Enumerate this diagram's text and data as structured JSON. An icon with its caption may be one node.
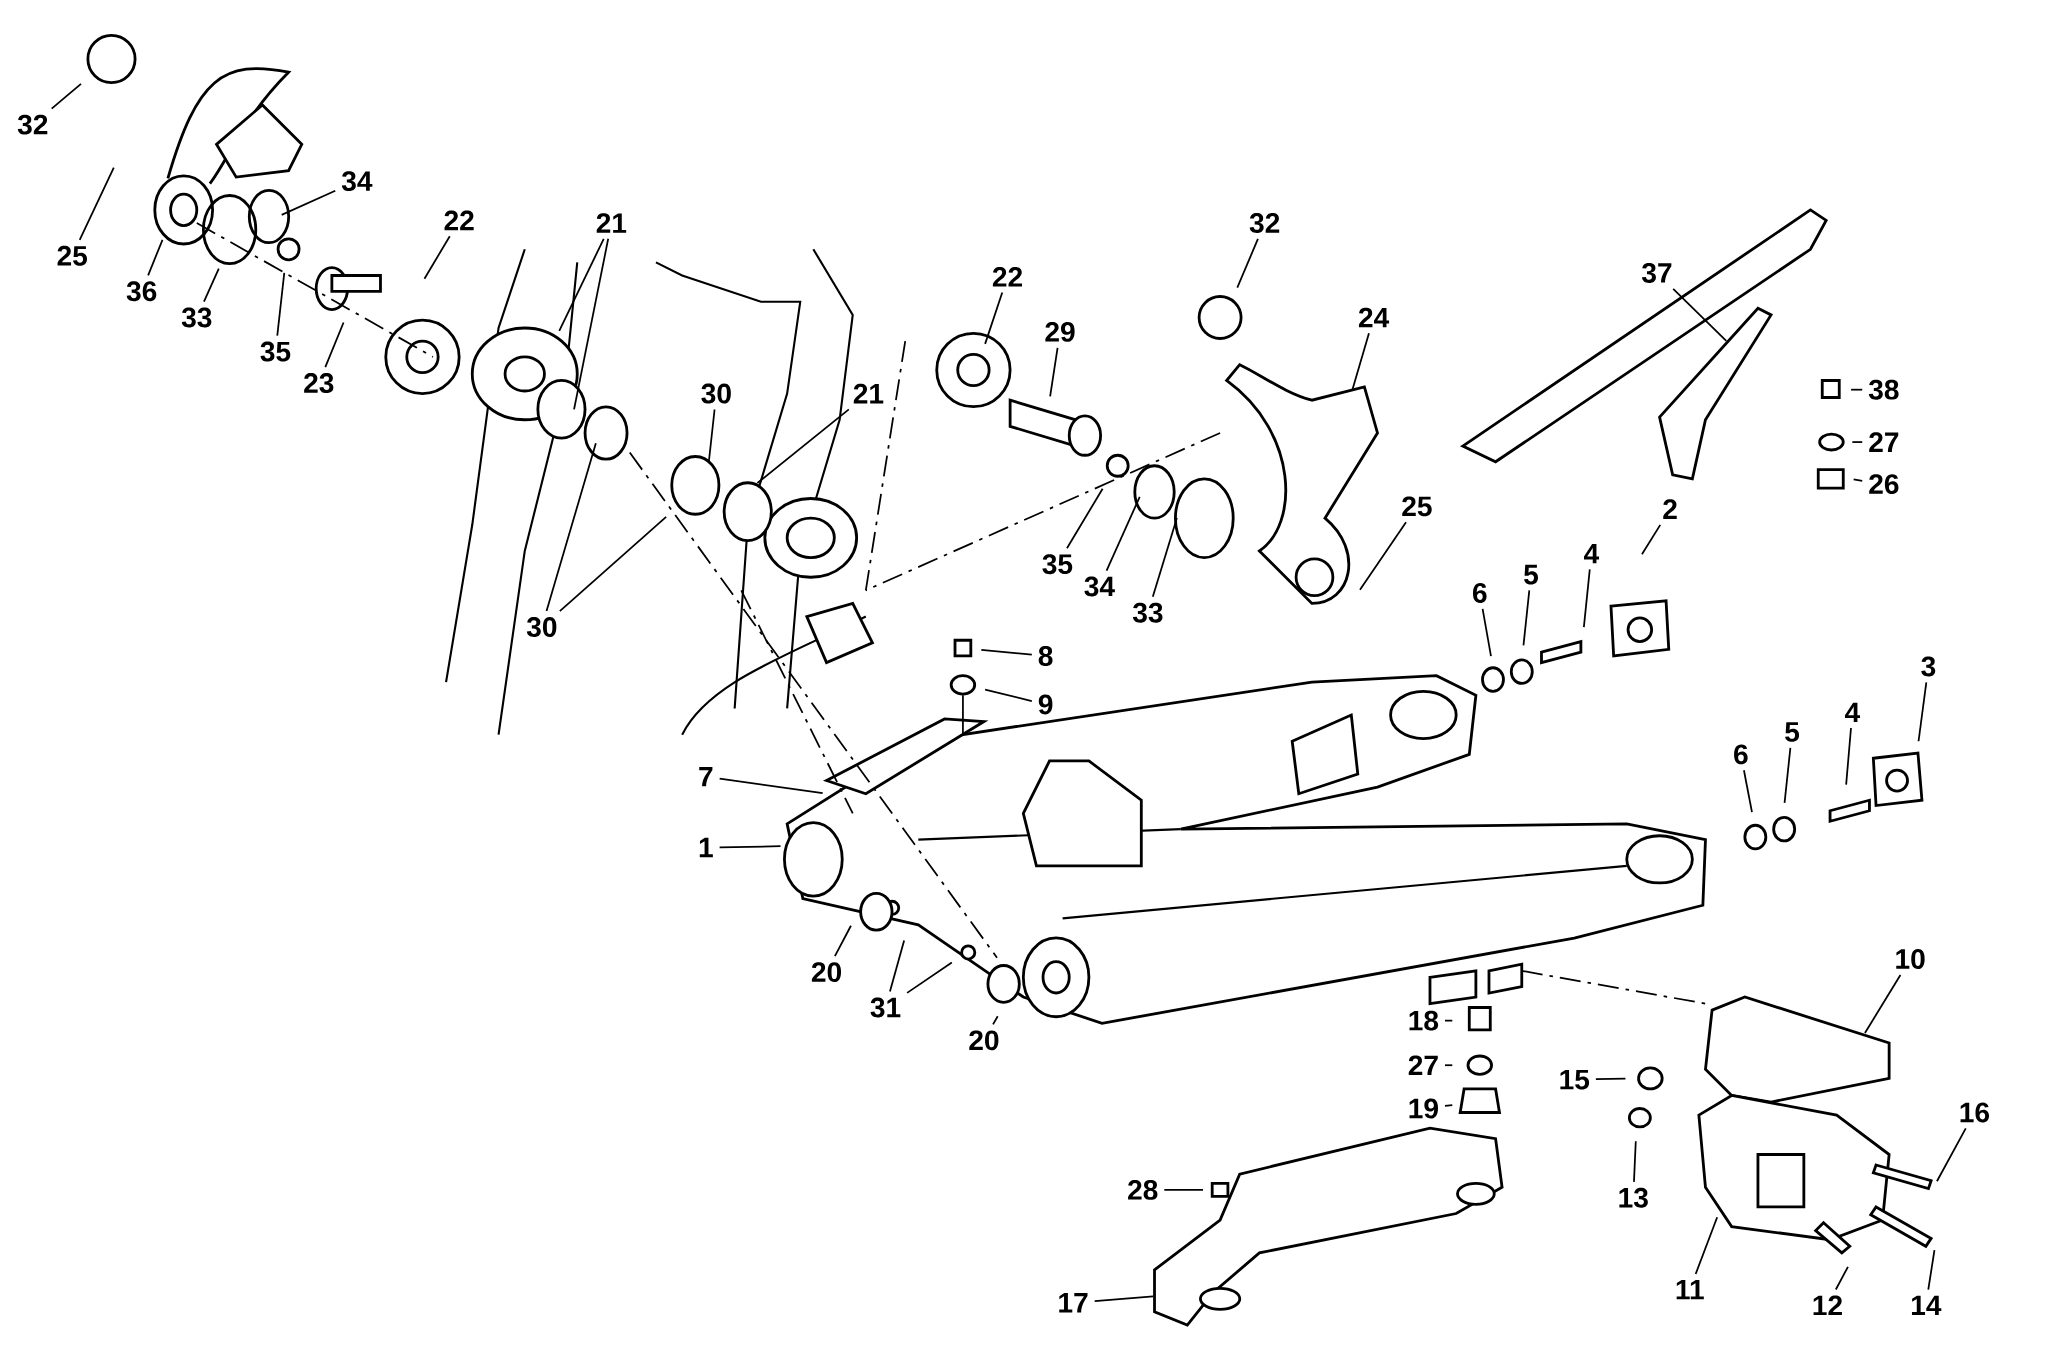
{
  "diagram": {
    "nodes": [
      {
        "text": [
          "32"
        ]
      },
      {
        "text": [
          "25"
        ]
      },
      {
        "text": [
          "36"
        ]
      },
      {
        "text": [
          "33"
        ]
      },
      {
        "text": [
          "34"
        ]
      },
      {
        "text": [
          "35"
        ]
      },
      {
        "text": [
          "23"
        ]
      },
      {
        "text": [
          "22"
        ]
      },
      {
        "text": [
          "21"
        ]
      },
      {
        "text": [
          "30"
        ]
      },
      {
        "text": [
          "21"
        ]
      },
      {
        "text": [
          "30"
        ]
      },
      {
        "text": [
          "22"
        ]
      },
      {
        "text": [
          "29"
        ]
      },
      {
        "text": [
          "32"
        ]
      },
      {
        "text": [
          "24"
        ]
      },
      {
        "text": [
          "37"
        ]
      },
      {
        "text": [
          "35"
        ]
      },
      {
        "text": [
          "34"
        ]
      },
      {
        "text": [
          "33"
        ]
      },
      {
        "text": [
          "25"
        ]
      },
      {
        "text": [
          "38"
        ]
      },
      {
        "text": [
          "27"
        ]
      },
      {
        "text": [
          "26"
        ]
      },
      {
        "text": [
          "2"
        ]
      },
      {
        "text": [
          "6"
        ]
      },
      {
        "text": [
          "5"
        ]
      },
      {
        "text": [
          "4"
        ]
      },
      {
        "text": [
          "8"
        ]
      },
      {
        "text": [
          "9"
        ]
      },
      {
        "text": [
          "3"
        ]
      },
      {
        "text": [
          "6"
        ]
      },
      {
        "text": [
          "5"
        ]
      },
      {
        "text": [
          "4"
        ]
      },
      {
        "text": [
          "7"
        ]
      },
      {
        "text": [
          "1"
        ]
      },
      {
        "text": [
          "20"
        ]
      },
      {
        "text": [
          "31"
        ]
      },
      {
        "text": [
          "20"
        ]
      },
      {
        "text": [
          "10"
        ]
      },
      {
        "text": [
          "18"
        ]
      },
      {
        "text": [
          "27"
        ]
      },
      {
        "text": [
          "19"
        ]
      },
      {
        "text": [
          "15"
        ]
      },
      {
        "text": [
          "13"
        ]
      },
      {
        "text": [
          "16"
        ]
      },
      {
        "text": [
          "28"
        ]
      },
      {
        "text": [
          "11"
        ]
      },
      {
        "text": [
          "12"
        ]
      },
      {
        "text": [
          "14"
        ]
      },
      {
        "text": [
          "17"
        ]
      }
    ],
    "edges": [
      {
        "from": 0,
        "to": null,
        "arrow": "none"
      },
      {
        "from": 1,
        "to": null,
        "arrow": "none"
      },
      {
        "from": 2,
        "to": null,
        "arrow": "none"
      },
      {
        "from": 3,
        "to": null,
        "arrow": "none"
      },
      {
        "from": 4,
        "to": null,
        "arrow": "none"
      },
      {
        "from": 5,
        "to": null,
        "arrow": "none"
      },
      {
        "from": 6,
        "to": null,
        "arrow": "none"
      },
      {
        "from": 7,
        "to": null,
        "arrow": "none"
      },
      {
        "from": 8,
        "to": null,
        "arrow": "none"
      },
      {
        "from": 8,
        "to": null,
        "arrow": "none"
      },
      {
        "from": 9,
        "to": null,
        "arrow": "none"
      },
      {
        "from": 10,
        "to": null,
        "arrow": "none"
      },
      {
        "from": 11,
        "to": null,
        "arrow": "none"
      },
      {
        "from": 11,
        "to": null,
        "arrow": "none"
      },
      {
        "from": 12,
        "to": null,
        "arrow": "none"
      },
      {
        "from": 13,
        "to": null,
        "arrow": "none"
      },
      {
        "from": 14,
        "to": null,
        "arrow": "none"
      },
      {
        "from": 15,
        "to": null,
        "arrow": "none"
      },
      {
        "from": 16,
        "to": null,
        "arrow": "none"
      },
      {
        "from": 17,
        "to": null,
        "arrow": "none"
      },
      {
        "from": 18,
        "to": null,
        "arrow": "none"
      },
      {
        "from": 19,
        "to": null,
        "arrow": "none"
      },
      {
        "from": 20,
        "to": null,
        "arrow": "none"
      },
      {
        "from": 21,
        "to": null,
        "arrow": "none"
      },
      {
        "from": 22,
        "to": null,
        "arrow": "none"
      },
      {
        "from": 23,
        "to": null,
        "arrow": "none"
      },
      {
        "from": 24,
        "to": null,
        "arrow": "none"
      },
      {
        "from": 25,
        "to": null,
        "arrow": "none"
      },
      {
        "from": 26,
        "to": null,
        "arrow": "none"
      },
      {
        "from": 27,
        "to": null,
        "arrow": "none"
      },
      {
        "from": 28,
        "to": null,
        "arrow": "none"
      },
      {
        "from": 29,
        "to": null,
        "arrow": "none"
      },
      {
        "from": 30,
        "to": null,
        "arrow": "none"
      },
      {
        "from": 31,
        "to": null,
        "arrow": "none"
      },
      {
        "from": 32,
        "to": null,
        "arrow": "none"
      },
      {
        "from": 33,
        "to": null,
        "arrow": "none"
      },
      {
        "from": 34,
        "to": null,
        "arrow": "none"
      },
      {
        "from": 35,
        "to": null,
        "arrow": "none"
      },
      {
        "from": 36,
        "to": null,
        "arrow": "none"
      },
      {
        "from": 37,
        "to": null,
        "arrow": "none"
      },
      {
        "from": 37,
        "to": null,
        "arrow": "none"
      },
      {
        "from": 38,
        "to": null,
        "arrow": "none"
      },
      {
        "from": 39,
        "to": null,
        "arrow": "none"
      },
      {
        "from": 40,
        "to": null,
        "arrow": "none"
      },
      {
        "from": 41,
        "to": null,
        "arrow": "none"
      },
      {
        "from": 42,
        "to": null,
        "arrow": "none"
      },
      {
        "from": 43,
        "to": null,
        "arrow": "none"
      },
      {
        "from": 44,
        "to": null,
        "arrow": "none"
      },
      {
        "from": 45,
        "to": null,
        "arrow": "none"
      },
      {
        "from": 46,
        "to": null,
        "arrow": "none"
      },
      {
        "from": 47,
        "to": null,
        "arrow": "none"
      },
      {
        "from": 48,
        "to": null,
        "arrow": "none"
      },
      {
        "from": 49,
        "to": null,
        "arrow": "none"
      },
      {
        "from": 50,
        "to": null,
        "arrow": "none"
      }
    ]
  }
}
